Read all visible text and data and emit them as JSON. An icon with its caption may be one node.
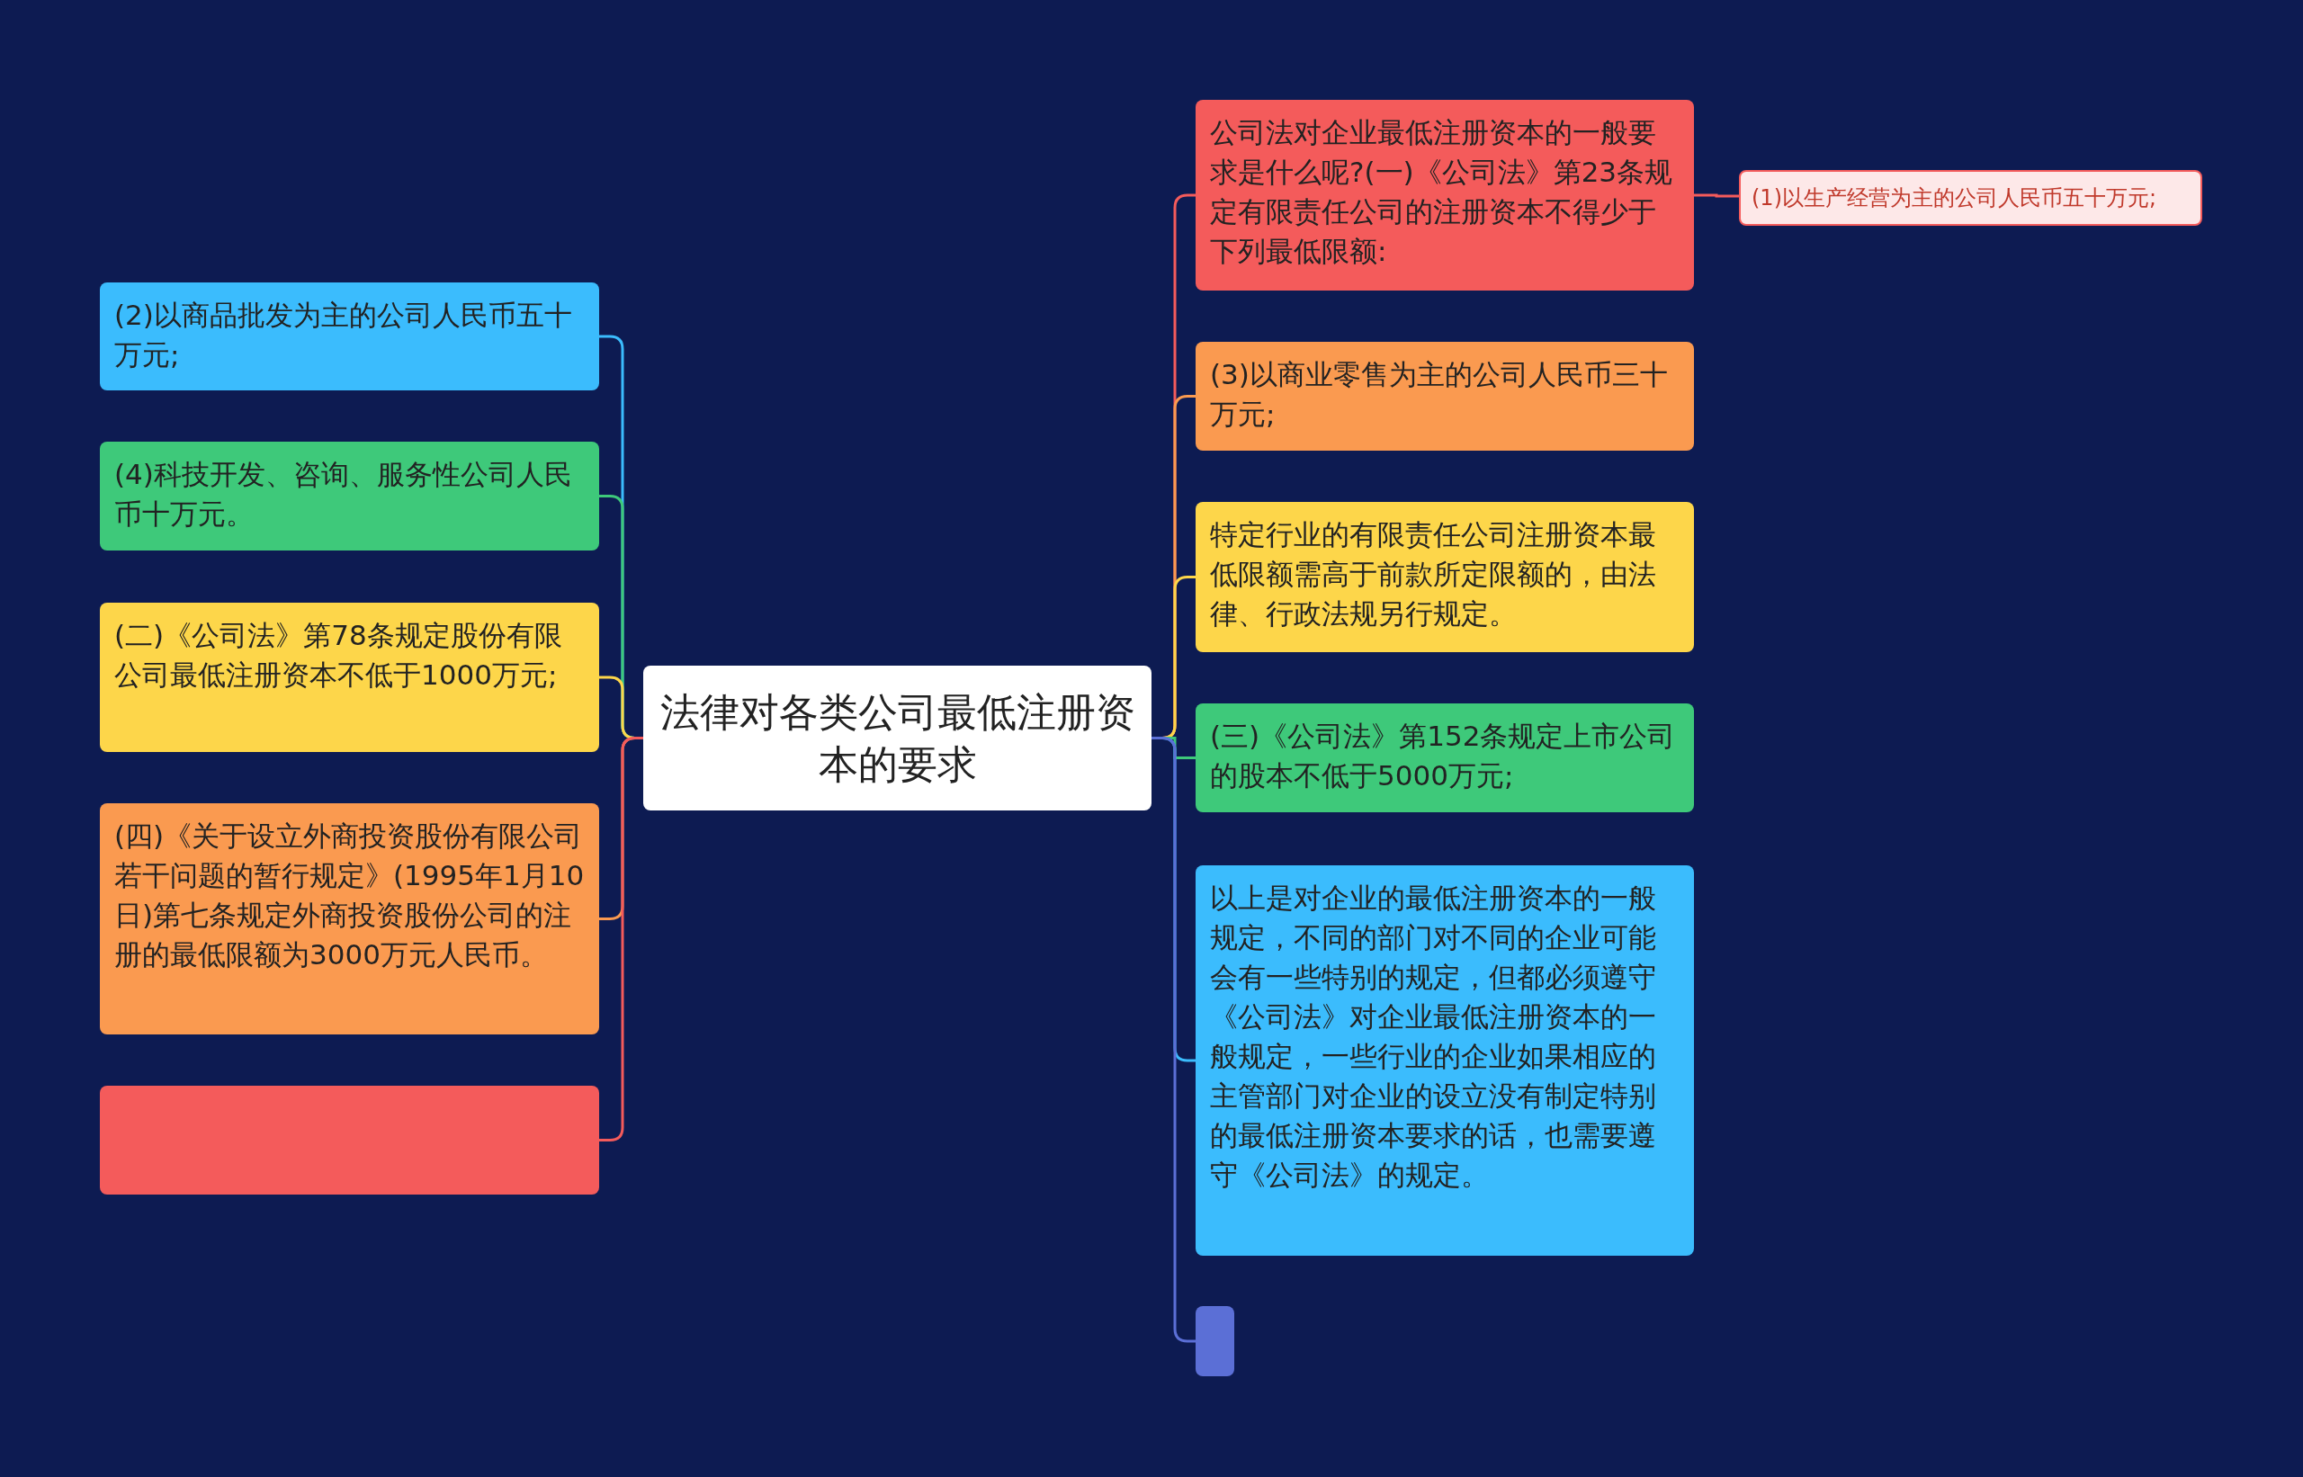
{
  "diagram": {
    "nodes": [
      {
        "text": [
          "法律对各类公司最低注册资本的要求"
        ]
      },
      {
        "text": [
          "(2)以商品批发为主的公司人民币五十万元;"
        ]
      },
      {
        "text": [
          "(4)科技开发、咨询、服务性公司人民币十万元。"
        ]
      },
      {
        "text": [
          "(二)《公司法》第78条规定股份有限公司最低注册资本不低于1000万元;"
        ]
      },
      {
        "text": [
          "(四)《关于设立外商投资股份有限公司若干问题的暂行规定》(1995年1月10日)第七条规定外商投资股份公司的注册的最低限额为3000万元人民币。"
        ]
      },
      {
        "text": [],
        "shape": "box"
      },
      {
        "text": [
          "公司法对企业最低注册资本的一般要求是什么呢?(一)《公司法》第23条规定有限责任公司的注册资本不得少于下列最低限额:"
        ]
      },
      {
        "text": [
          "(1)以生产经营为主的公司人民币五十万元;"
        ]
      },
      {
        "text": [
          "(3)以商业零售为主的公司人民币三十万元;"
        ]
      },
      {
        "text": [
          "特定行业的有限责任公司注册资本最低限额需高于前款所定限额的，由法律、行政法规另行规定。"
        ]
      },
      {
        "text": [
          "(三)《公司法》第152条规定上市公司的股本不低于5000万元;"
        ]
      },
      {
        "text": [
          "以上是对企业的最低注册资本的一般规定，不同的部门对不同的企业可能会有一些特别的规定，但都必须遵守《公司法》对企业最低注册资本的一般规定，一些行业的企业如果相应的主管部门对企业的设立没有制定特别的最低注册资本要求的话，也需要遵守《公司法》的规定。"
        ]
      },
      {
        "text": [],
        "shape": "box"
      }
    ],
    "edges": [
      {
        "from": 0,
        "to": 1,
        "arrow": "none",
        "color": "#3bbcfd"
      },
      {
        "from": 0,
        "to": 2,
        "arrow": "none",
        "color": "#3ec97a"
      },
      {
        "from": 0,
        "to": 3,
        "arrow": "none",
        "color": "#fdd64a"
      },
      {
        "from": 0,
        "to": 4,
        "arrow": "none",
        "color": "#fa9a50"
      },
      {
        "from": 0,
        "to": 5,
        "arrow": "none",
        "color": "#f45b5b"
      },
      {
        "from": 0,
        "to": 6,
        "arrow": "none",
        "color": "#f45b5b"
      },
      {
        "from": 6,
        "to": 7,
        "arrow": "none",
        "color": "#f45b5b"
      },
      {
        "from": 0,
        "to": 8,
        "arrow": "none",
        "color": "#fa9a50"
      },
      {
        "from": 0,
        "to": 9,
        "arrow": "none",
        "color": "#fdd64a"
      },
      {
        "from": 0,
        "to": 10,
        "arrow": "none",
        "color": "#3ec97a"
      },
      {
        "from": 0,
        "to": 11,
        "arrow": "none",
        "color": "#3bbcfd"
      },
      {
        "from": 0,
        "to": 12,
        "arrow": "none",
        "color": "#5b6fd6"
      }
    ]
  }
}
